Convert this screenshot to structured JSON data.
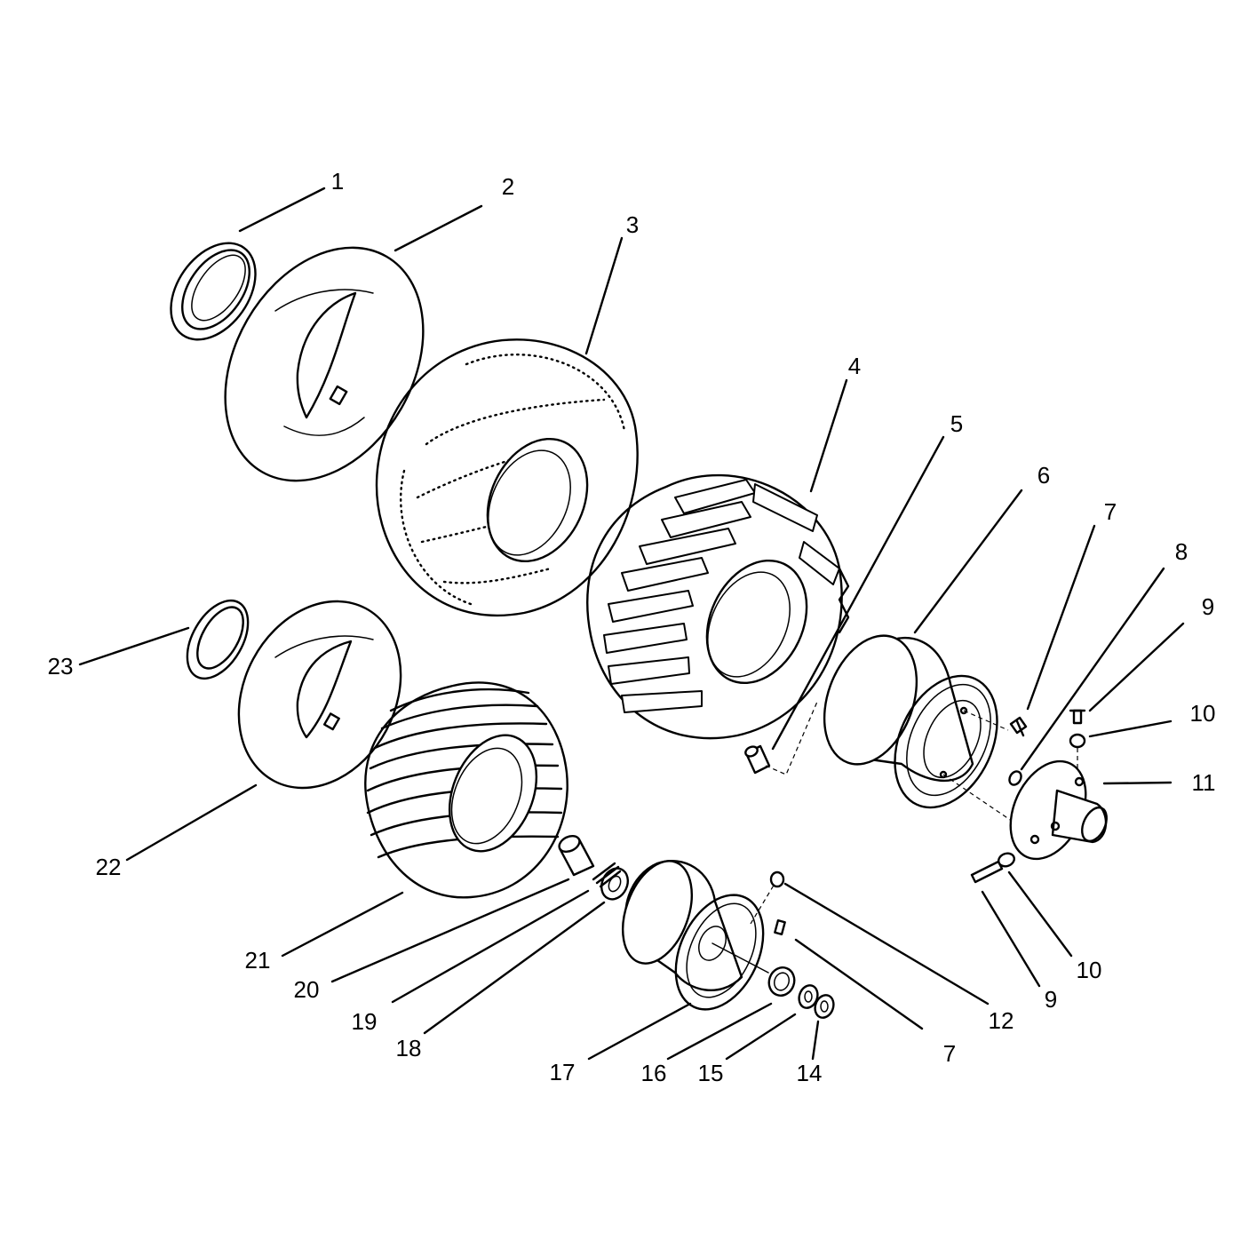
{
  "diagram": {
    "callouts": [
      {
        "id": "c1",
        "text": "1"
      },
      {
        "id": "c2",
        "text": "2"
      },
      {
        "id": "c3",
        "text": "3"
      },
      {
        "id": "c4",
        "text": "4"
      },
      {
        "id": "c5",
        "text": "5"
      },
      {
        "id": "c6",
        "text": "6"
      },
      {
        "id": "c7a",
        "text": "7"
      },
      {
        "id": "c8",
        "text": "8"
      },
      {
        "id": "c9a",
        "text": "9"
      },
      {
        "id": "c10a",
        "text": "10"
      },
      {
        "id": "c11",
        "text": "11"
      },
      {
        "id": "c9b",
        "text": "9"
      },
      {
        "id": "c10b",
        "text": "10"
      },
      {
        "id": "c12",
        "text": "12"
      },
      {
        "id": "c7b",
        "text": "7"
      },
      {
        "id": "c14",
        "text": "14"
      },
      {
        "id": "c15",
        "text": "15"
      },
      {
        "id": "c16",
        "text": "16"
      },
      {
        "id": "c17",
        "text": "17"
      },
      {
        "id": "c18",
        "text": "18"
      },
      {
        "id": "c19",
        "text": "19"
      },
      {
        "id": "c20",
        "text": "20"
      },
      {
        "id": "c21",
        "text": "21"
      },
      {
        "id": "c22",
        "text": "22"
      },
      {
        "id": "c23",
        "text": "23"
      }
    ]
  }
}
